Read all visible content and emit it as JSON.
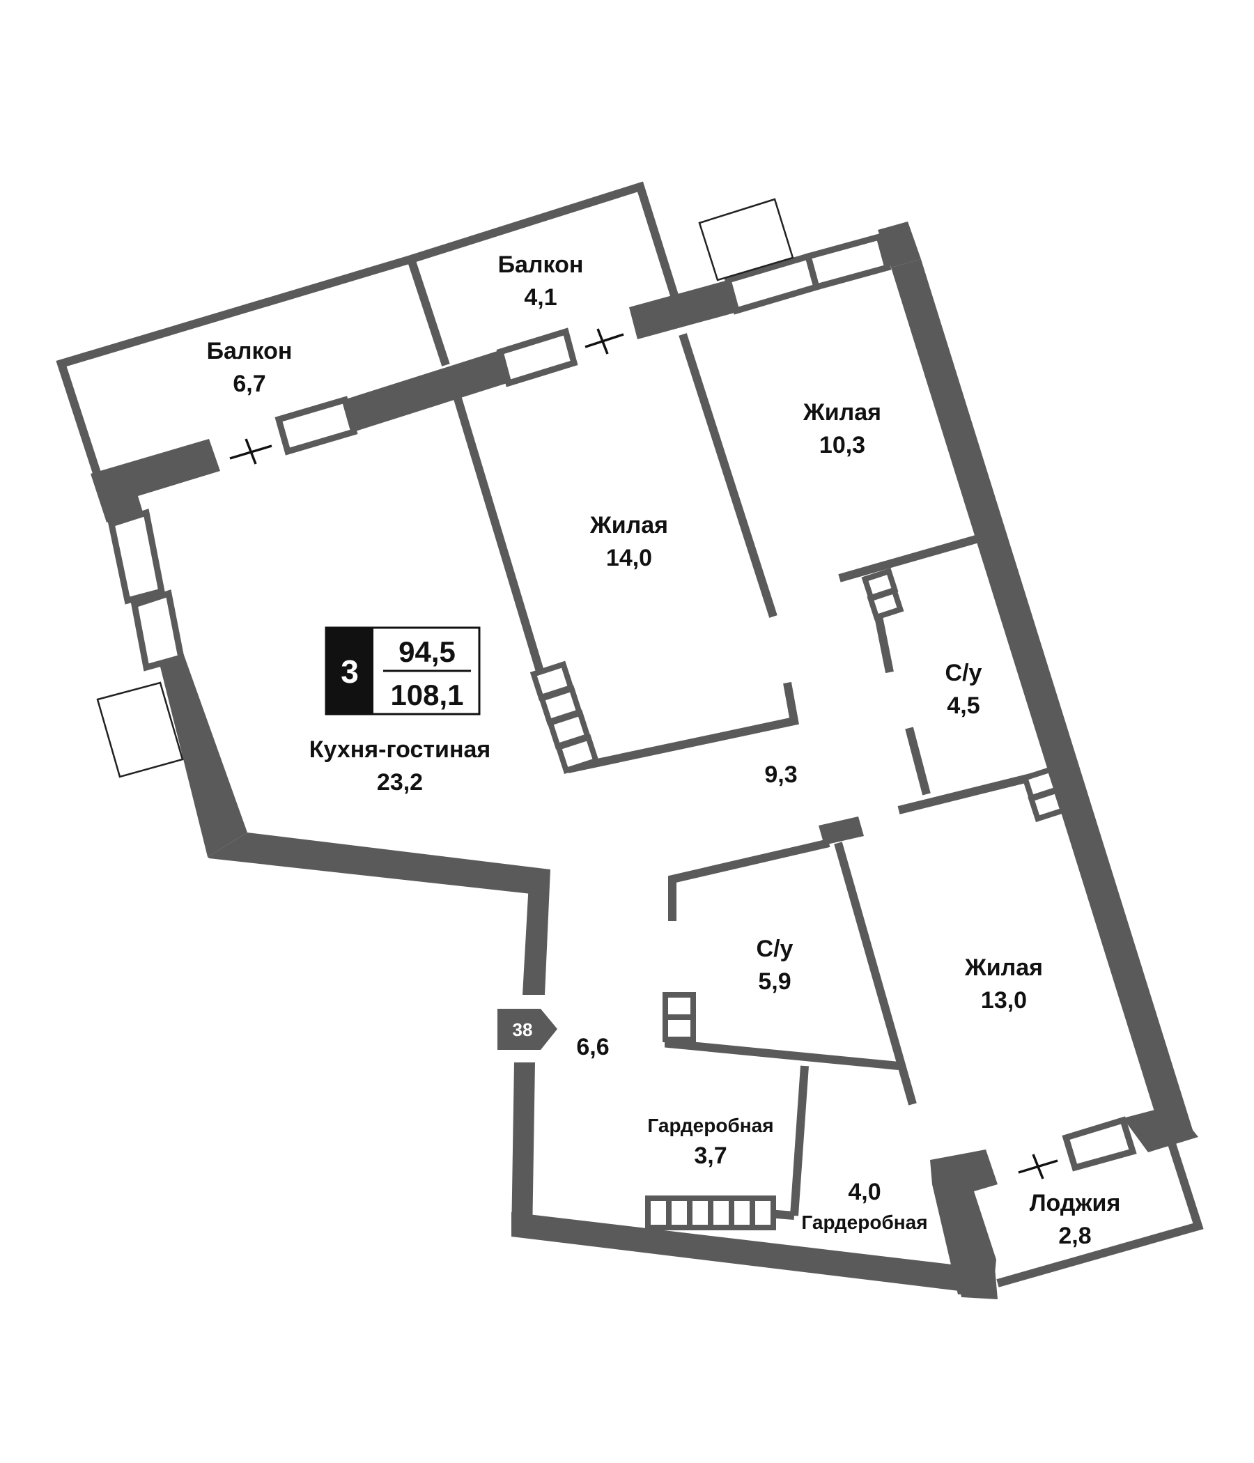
{
  "colors": {
    "wall": "#5a5a5a",
    "text": "#111111",
    "background": "#ffffff"
  },
  "badge": {
    "rooms": "3",
    "living_area": "94,5",
    "total_area": "108,1"
  },
  "entrance_marker": "38",
  "rooms": [
    {
      "name": "Балкон",
      "area": "6,7"
    },
    {
      "name": "Балкон",
      "area": "4,1"
    },
    {
      "name": "Жилая",
      "area": "14,0"
    },
    {
      "name": "Жилая",
      "area": "10,3"
    },
    {
      "name": "Кухня-гостиная",
      "area": "23,2"
    },
    {
      "name": "С/у",
      "area": "4,5"
    },
    {
      "name": "",
      "area": "9,3"
    },
    {
      "name": "С/у",
      "area": "5,9"
    },
    {
      "name": "Жилая",
      "area": "13,0"
    },
    {
      "name": "",
      "area": "6,6"
    },
    {
      "name": "Гардеробная",
      "area": "3,7"
    },
    {
      "name": "Гардеробная",
      "area": "4,0"
    },
    {
      "name": "Лоджия",
      "area": "2,8"
    }
  ]
}
